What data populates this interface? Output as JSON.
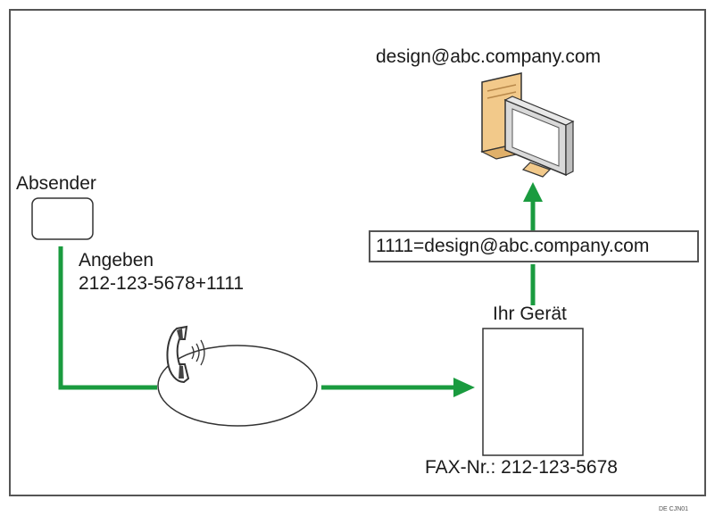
{
  "colors": {
    "arrow": "#1a9b3f",
    "outline": "#333333",
    "monitor_body": "#f2c98a",
    "monitor_frame": "#d9d9d9",
    "screen": "#ffffff"
  },
  "icons": {
    "computer": "desktop-computer-icon",
    "phone": "telephone-icon",
    "sender_device": "sender-device-icon",
    "receiver_device": "fax-machine-icon"
  },
  "labels": {
    "email": "design@abc.company.com",
    "sender": "Absender",
    "specify": "Angeben",
    "dial_number": "212-123-5678+1111",
    "your_device": "Ihr Gerät",
    "routing": "1111=design@abc.company.com",
    "fax_number": "FAX-Nr.: 212-123-5678",
    "figure_code": "DE CJN01"
  }
}
